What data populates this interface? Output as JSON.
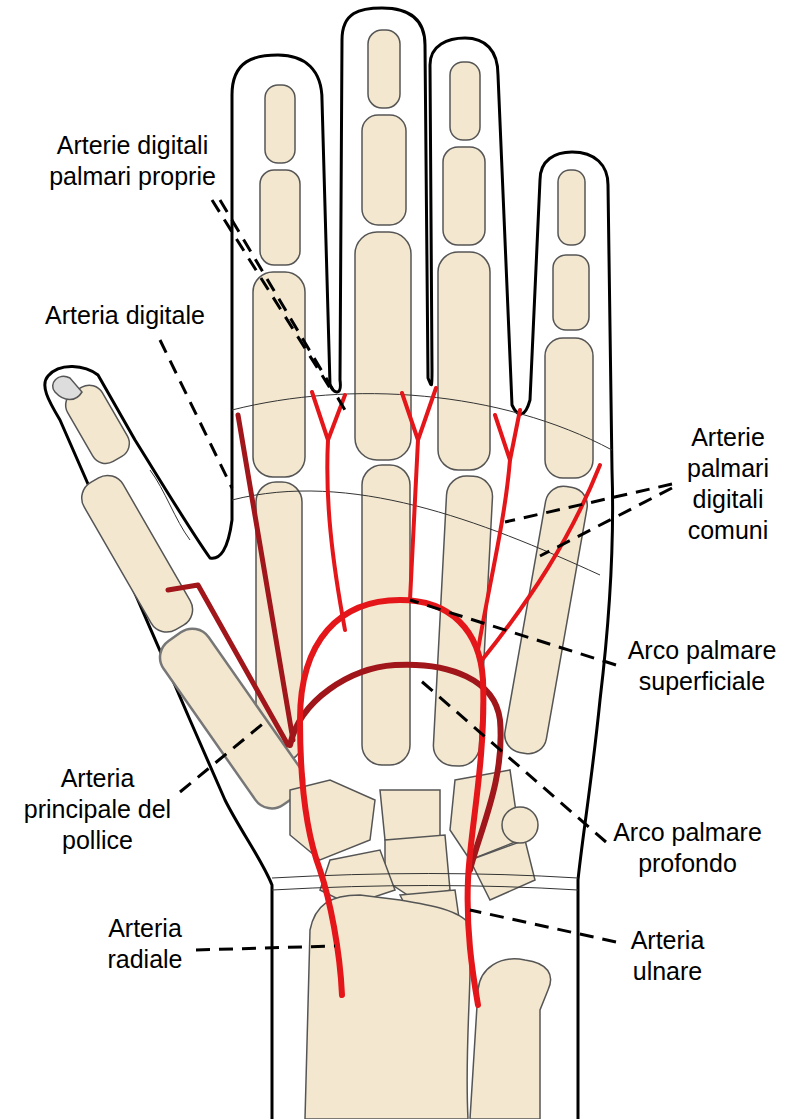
{
  "diagram": {
    "labels": [
      "Arterie digitali palmari proprie",
      "Arteria digitale",
      "Arterie palmari digitali comuni",
      "Arco palmare superficiale",
      "Arteria principale del pollice",
      "Arco palmare profondo",
      "Arteria radiale",
      "Arteria ulnare"
    ]
  }
}
